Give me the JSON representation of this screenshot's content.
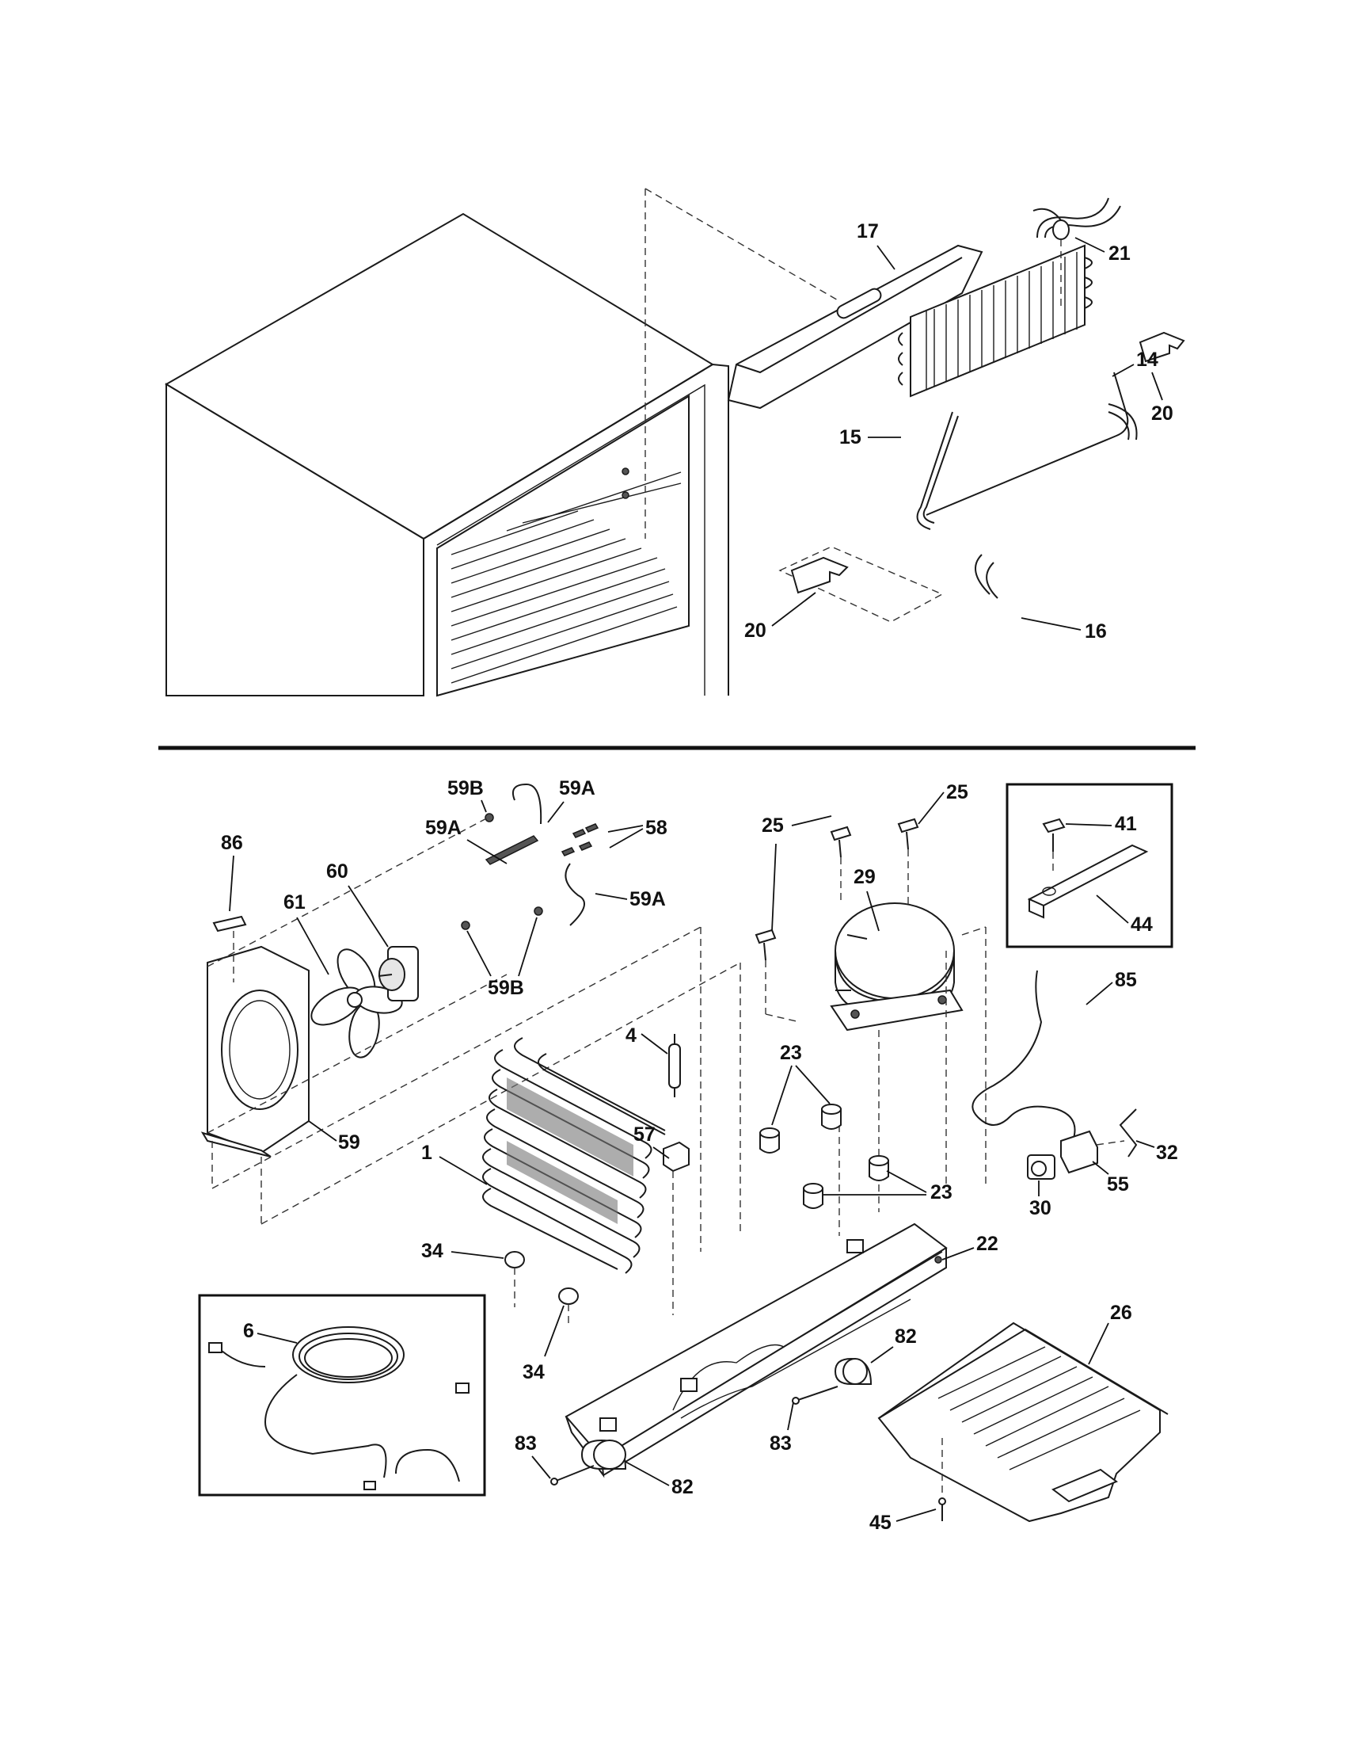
{
  "labels": {
    "l17": "17",
    "l21": "21",
    "l20a": "20",
    "l14": "14",
    "l15": "15",
    "l20b": "20",
    "l16": "16",
    "l59b_top": "59B",
    "l59a_top": "59A",
    "l59a_left": "59A",
    "l58": "58",
    "l86": "86",
    "l60": "60",
    "l61": "61",
    "l59a_right": "59A",
    "l59b_bot": "59B",
    "l59": "59",
    "l25_left": "25",
    "l25_mid": "25",
    "l25_right": "25",
    "l29": "29",
    "l41": "41",
    "l44": "44",
    "l85": "85",
    "l4": "4",
    "l23_top": "23",
    "l57": "57",
    "l1": "1",
    "l23_bot": "23",
    "l32": "32",
    "l55": "55",
    "l30": "30",
    "l34_left": "34",
    "l34_bot": "34",
    "l22": "22",
    "l6": "6",
    "l26": "26",
    "l82_right": "82",
    "l83_right": "83",
    "l83_left": "83",
    "l82_left": "82",
    "l45": "45"
  }
}
